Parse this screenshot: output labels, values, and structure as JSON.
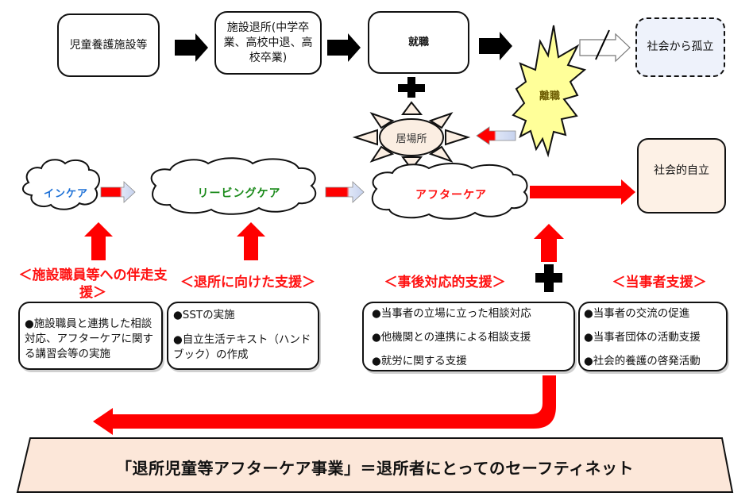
{
  "top_flow": {
    "box1": "児童養護施設等",
    "box2": "施設退所(中学卒業、高校中退、高校卒業)",
    "box3": "就職",
    "isolation": "社会から孤立"
  },
  "burst_label": "離職",
  "ibasho_label": "居場所",
  "clouds": {
    "incare": "インケア",
    "leaving_care": "リービングケア",
    "aftercare": "アフターケア"
  },
  "independence": "社会的自立",
  "support_groups": [
    {
      "heading": "＜施設職員等への伴走支援＞",
      "items": [
        "●施設職員と連携した相談対応、アフターケアに関する講習会等の実施"
      ]
    },
    {
      "heading": "＜退所に向けた支援＞",
      "items": [
        "●SSTの実施",
        "●自立生活テキスト（ハンドブック）の作成"
      ]
    },
    {
      "heading": "＜事後対応的支援＞",
      "items": [
        "●当事者の立場に立った相談対応",
        "●他機関との連携による相談支援",
        "●就労に関する支援"
      ]
    },
    {
      "heading": "＜当事者支援＞",
      "items": [
        "●当事者の交流の促進",
        "●当事者団体の活動支援",
        "●社会的養護の啓発活動"
      ]
    }
  ],
  "banner": "「退所児童等アフターケア事業」＝退所者にとってのセーフティネット",
  "colors": {
    "accent_red": "#ff0000",
    "incare_blue": "#1a6fd6",
    "leaving_green": "#1a8a1a",
    "aftercare_red": "#ff1111",
    "isolation_fill": "#eef2fb",
    "beige_fill": "#fdf1e6",
    "burst_fill": "#ffff99",
    "burst_text": "#6b5a00"
  }
}
